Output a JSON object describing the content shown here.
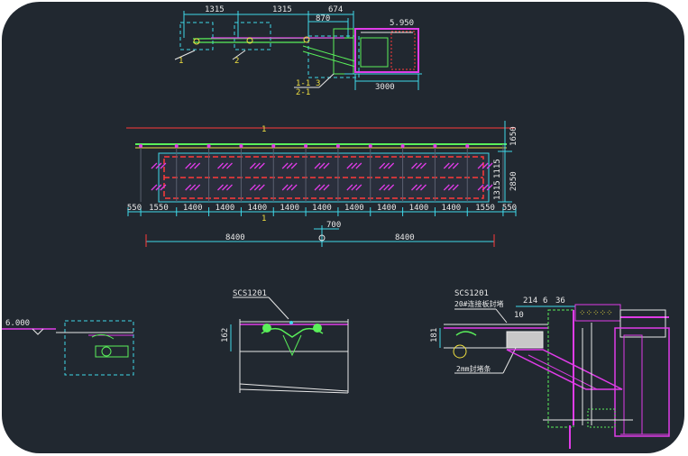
{
  "colors": {
    "background": "#212830",
    "dim": "#3fd8e8",
    "green": "#5af05a",
    "magenta": "#e03ce8",
    "red": "#ff3a3a",
    "yellow": "#f0e040",
    "white": "#e8e8e8"
  },
  "top_detail": {
    "dims": [
      "1315",
      "1315",
      "674",
      "870",
      "5.950",
      "3000"
    ],
    "callouts": [
      "1",
      "2",
      "1-1",
      "2-1",
      "3"
    ]
  },
  "plan": {
    "section_mark_top": "1",
    "section_mark_bottom": "1",
    "bottom_dims": [
      "550",
      "1550",
      "1400",
      "1400",
      "1400",
      "1400",
      "1400",
      "1400",
      "1400",
      "1400",
      "1400",
      "1550",
      "550"
    ],
    "mid_dim": "700",
    "half_dims": [
      "8400",
      "8400"
    ],
    "right_dims": [
      "1650",
      "2850",
      "1115",
      "1315"
    ]
  },
  "detail_left": {
    "elevation": "6.000"
  },
  "detail_mid": {
    "label": "SCS1201",
    "dim_left": "162"
  },
  "detail_right": {
    "label1": "SCS1201",
    "label2": "20#连接板封堵",
    "label3": "2mm封堵条",
    "dims": [
      "214",
      "6",
      "36",
      "10",
      "181"
    ]
  }
}
